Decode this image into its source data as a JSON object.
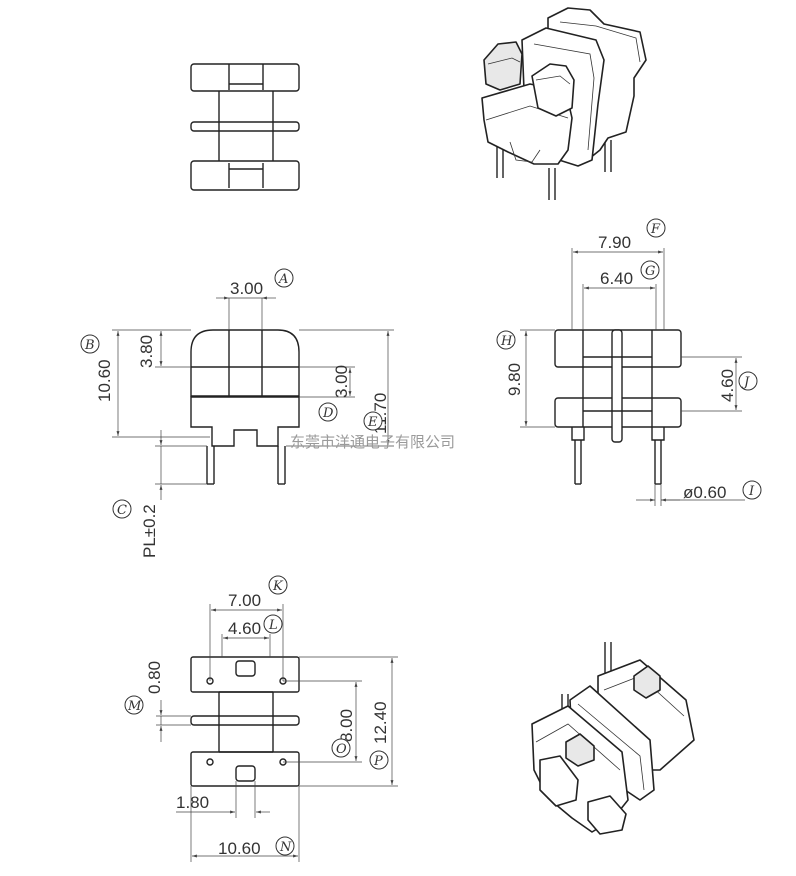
{
  "dimensions": {
    "A": "3.00",
    "B": "10.60",
    "b_sub": "3.80",
    "D": "3.00",
    "E": "11.70",
    "C": "PL±0.2",
    "F": "7.90",
    "G": "6.40",
    "H": "9.80",
    "J": "4.60",
    "I": "ø0.60",
    "K": "7.00",
    "L": "4.60",
    "M": "0.80",
    "O": "8.00",
    "P": "12.40",
    "Q": "1.80",
    "N": "10.60"
  },
  "labels": [
    "A",
    "B",
    "C",
    "D",
    "E",
    "F",
    "G",
    "H",
    "I",
    "J",
    "K",
    "L",
    "M",
    "N",
    "O",
    "P"
  ],
  "watermark": "东莞市洋通电子有限公司"
}
